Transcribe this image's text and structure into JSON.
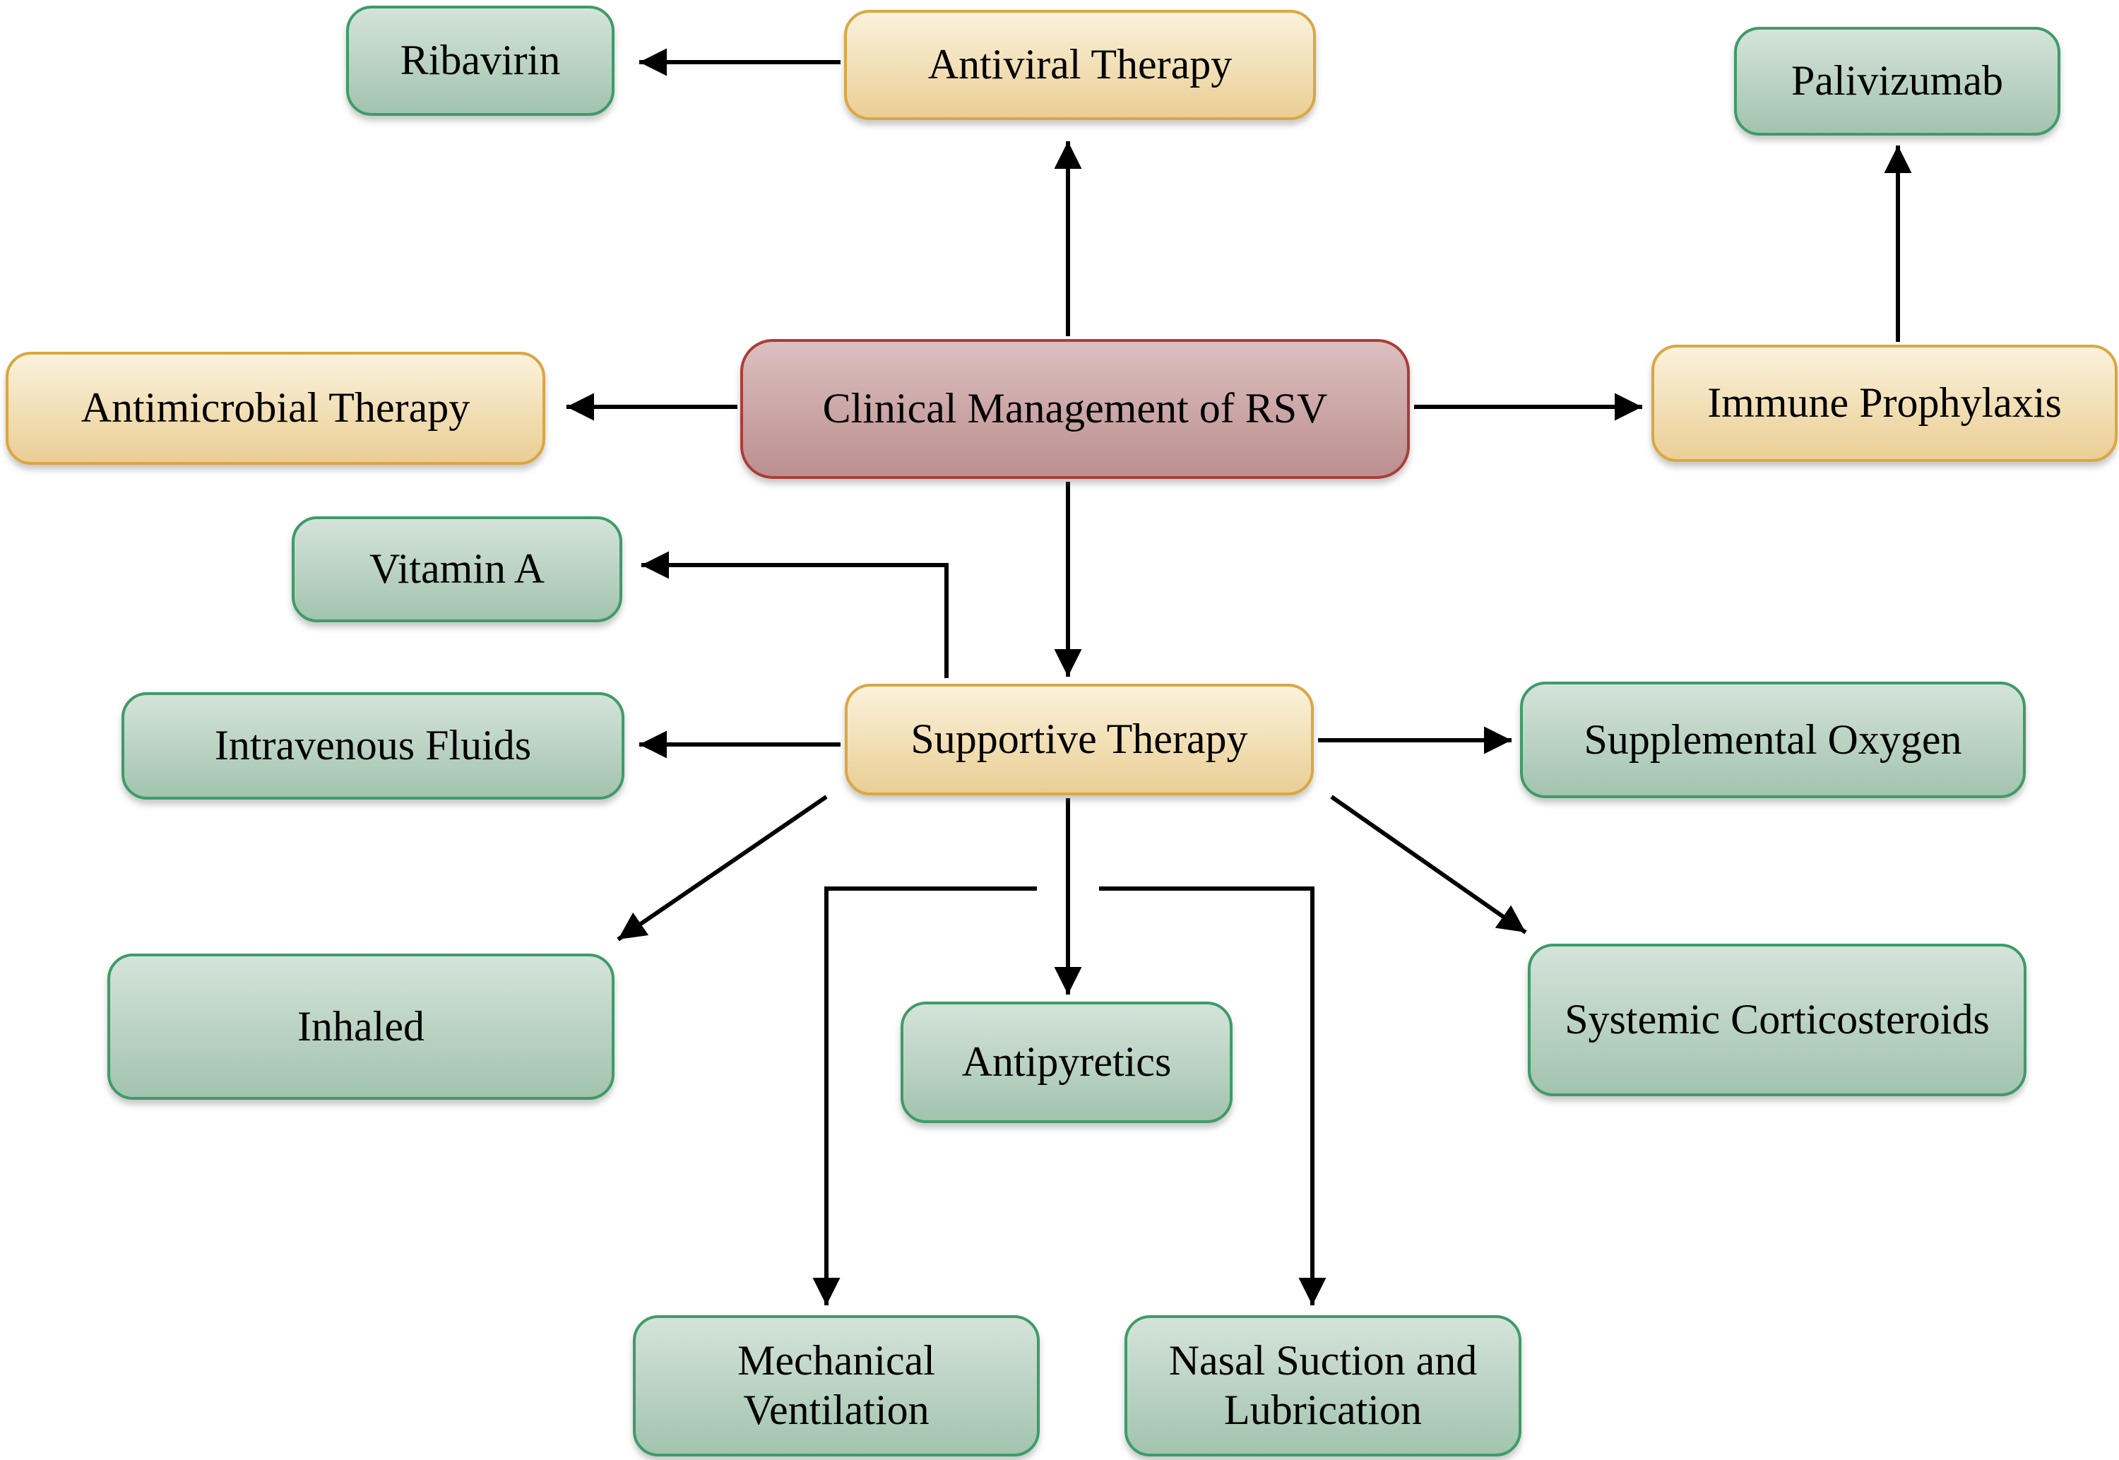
{
  "diagram": {
    "nodes": {
      "clinical_management": {
        "label": "Clinical Management of RSV",
        "type": "red"
      },
      "antiviral_therapy": {
        "label": "Antiviral Therapy",
        "type": "yellow"
      },
      "ribavirin": {
        "label": "Ribavirin",
        "type": "green"
      },
      "palivizumab": {
        "label": "Palivizumab",
        "type": "green"
      },
      "antimicrobial_therapy": {
        "label": "Antimicrobial Therapy",
        "type": "yellow"
      },
      "immune_prophylaxis": {
        "label": "Immune Prophylaxis",
        "type": "yellow"
      },
      "vitamin_a": {
        "label": "Vitamin A",
        "type": "green"
      },
      "intravenous_fluids": {
        "label": "Intravenous Fluids",
        "type": "green"
      },
      "supportive_therapy": {
        "label": "Supportive Therapy",
        "type": "yellow"
      },
      "supplemental_oxygen": {
        "label": "Supplemental Oxygen",
        "type": "green"
      },
      "inhaled": {
        "label": "Inhaled",
        "type": "green"
      },
      "antipyretics": {
        "label": "Antipyretics",
        "type": "green"
      },
      "systemic_corticosteroids": {
        "label": "Systemic Corticosteroids",
        "type": "green"
      },
      "mechanical_ventilation": {
        "label": "Mechanical Ventilation",
        "type": "green"
      },
      "nasal_suction_and_lubrication": {
        "label": "Nasal Suction and Lubrication",
        "type": "green"
      }
    },
    "edges": [
      {
        "from": "antiviral_therapy",
        "to": "ribavirin"
      },
      {
        "from": "clinical_management",
        "to": "antiviral_therapy"
      },
      {
        "from": "clinical_management",
        "to": "antimicrobial_therapy"
      },
      {
        "from": "clinical_management",
        "to": "immune_prophylaxis"
      },
      {
        "from": "immune_prophylaxis",
        "to": "palivizumab"
      },
      {
        "from": "clinical_management",
        "to": "supportive_therapy"
      },
      {
        "from": "supportive_therapy",
        "to": "vitamin_a"
      },
      {
        "from": "supportive_therapy",
        "to": "intravenous_fluids"
      },
      {
        "from": "supportive_therapy",
        "to": "supplemental_oxygen"
      },
      {
        "from": "supportive_therapy",
        "to": "inhaled"
      },
      {
        "from": "supportive_therapy",
        "to": "antipyretics"
      },
      {
        "from": "supportive_therapy",
        "to": "systemic_corticosteroids"
      },
      {
        "from": "supportive_therapy",
        "to": "mechanical_ventilation"
      },
      {
        "from": "supportive_therapy",
        "to": "nasal_suction_and_lubrication"
      }
    ],
    "colors": {
      "green_fill_top": "#d5e3da",
      "green_fill_bottom": "#a2c4ae",
      "green_border": "#3f9b68",
      "yellow_fill_top": "#faf2dc",
      "yellow_fill_bottom": "#ebce94",
      "yellow_border": "#d9a742",
      "red_fill_top": "#ddbfbf",
      "red_fill_bottom": "#bc8f8f",
      "red_border": "#a83e38",
      "arrow": "#000000",
      "background": "#ffffff",
      "text": "#000000"
    }
  }
}
